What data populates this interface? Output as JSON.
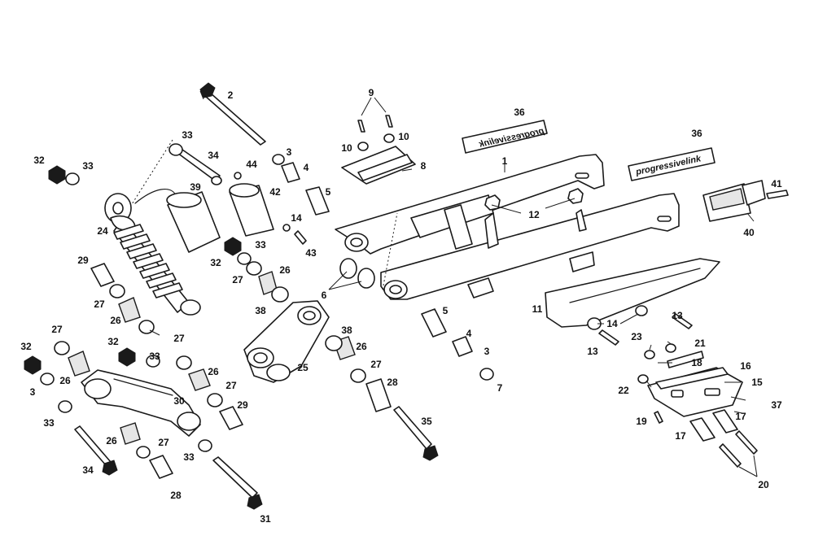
{
  "callouts": {
    "c1": "1",
    "c2": "2",
    "c3a": "3",
    "c3b": "3",
    "c3c": "3",
    "c4a": "4",
    "c4b": "4",
    "c5a": "5",
    "c5b": "5",
    "c6": "6",
    "c7": "7",
    "c8": "8",
    "c9": "9",
    "c10a": "10",
    "c10b": "10",
    "c11": "11",
    "c12": "12",
    "c13a": "13",
    "c13b": "13",
    "c14a": "14",
    "c14b": "14",
    "c15": "15",
    "c16": "16",
    "c17a": "17",
    "c17b": "17",
    "c18": "18",
    "c19": "19",
    "c20": "20",
    "c21": "21",
    "c22": "22",
    "c23": "23",
    "c24": "24",
    "c25": "25",
    "c26a": "26",
    "c26b": "26",
    "c26c": "26",
    "c26d": "26",
    "c26e": "26",
    "c26f": "26",
    "c27a": "27",
    "c27b": "27",
    "c27c": "27",
    "c27d": "27",
    "c27e": "27",
    "c27f": "27",
    "c27g": "27",
    "c28a": "28",
    "c28b": "28",
    "c29a": "29",
    "c29b": "29",
    "c30": "30",
    "c31": "31",
    "c32a": "32",
    "c32b": "32",
    "c32c": "32",
    "c32d": "32",
    "c33a": "33",
    "c33b": "33",
    "c33c": "33",
    "c33d": "33",
    "c33e": "33",
    "c33f": "33",
    "c34a": "34",
    "c34b": "34",
    "c35": "35",
    "c36a": "36",
    "c36b": "36",
    "c37": "37",
    "c38a": "38",
    "c38b": "38",
    "c39": "39",
    "c40": "40",
    "c41": "41",
    "c42": "42",
    "c43": "43",
    "c44": "44"
  },
  "decals": {
    "mirrored": "progressivelink",
    "normal_a": "progressive",
    "normal_b": "link"
  }
}
